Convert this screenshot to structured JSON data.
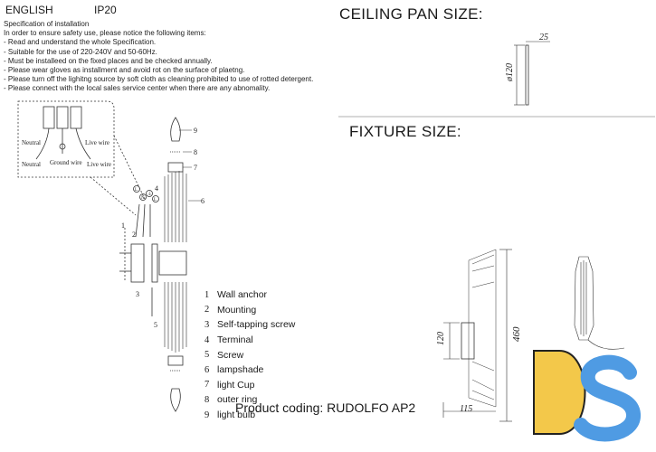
{
  "header": {
    "language": "ENGLISH",
    "ip_rating": "IP20"
  },
  "spec": {
    "title": "Specification of installation",
    "lines": [
      "In order to ensure safety use, please notice the following items:",
      "- Read and understand the whole Specification.",
      "- Suitable for the use of 220-240V and 50-60Hz.",
      "- Must be installeed on the fixed places and be checked annually.",
      "- Please wear gloves as installment and avoid rot on the surface of plaetng.",
      "- Please turn off the lighitng source by soft cloth as cleaning prohibited to use of rotted detergent.",
      "- Please connect with the local sales service center when there are any abnomality."
    ]
  },
  "ceiling_pan": {
    "title": "CEILING PAN SIZE:",
    "depth": "25",
    "diameter": "ø120"
  },
  "fixture": {
    "title": "FIXTURE SIZE:",
    "height": "460",
    "base_height": "120",
    "depth": "115"
  },
  "wiring": {
    "neutral_top": "Neutral",
    "live_top": "Live wire",
    "neutral_bottom": "Neutral",
    "ground": "Ground wire",
    "live_bottom": "Live wire",
    "terminal_marks": [
      "L",
      "N",
      "⏚",
      "L"
    ]
  },
  "exploded_numbers": {
    "n1": "1",
    "n2": "2",
    "n3": "3",
    "n4": "4",
    "n5": "5",
    "n6": "6",
    "n7": "7",
    "n8": "8",
    "n9": "9"
  },
  "legend": [
    {
      "num": "1",
      "label": "Wall anchor"
    },
    {
      "num": "2",
      "label": "Mounting"
    },
    {
      "num": "3",
      "label": "Self-tapping screw"
    },
    {
      "num": "4",
      "label": "Terminal"
    },
    {
      "num": "5",
      "label": "Screw"
    },
    {
      "num": "6",
      "label": "lampshade"
    },
    {
      "num": "7",
      "label": "light Cup"
    },
    {
      "num": "8",
      "label": "outer ring"
    },
    {
      "num": "9",
      "label": "light bulb"
    }
  ],
  "product_coding": "Product coding: RUDOLFO AP2",
  "logo": {
    "text": "DS",
    "colors": {
      "d": "#f3c84a",
      "s": "#4f9be3"
    }
  }
}
